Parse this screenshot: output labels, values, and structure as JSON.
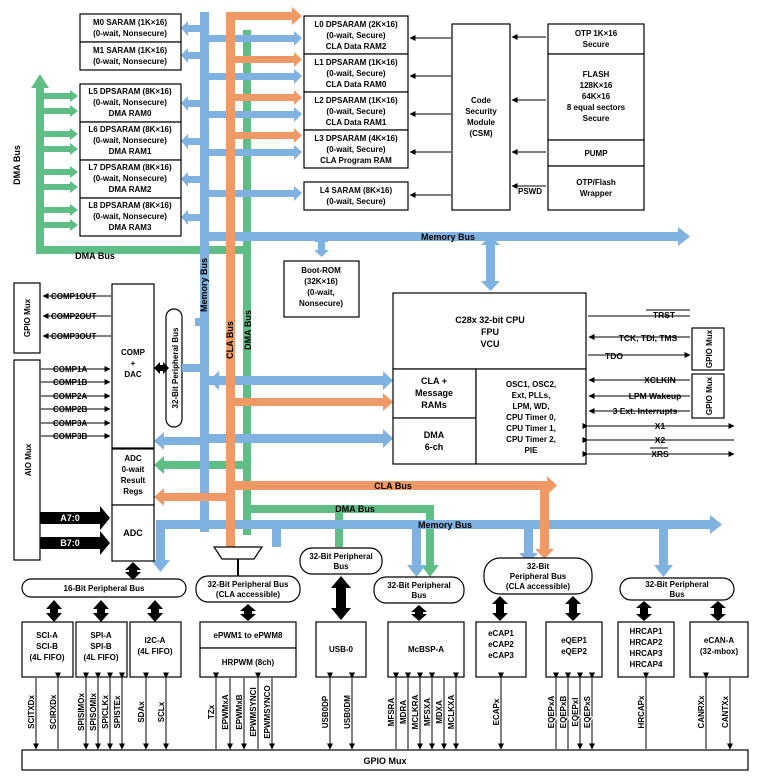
{
  "colors": {
    "memory_bus": "#7fb1e1",
    "cla_bus": "#ef9a66",
    "dma_bus": "#5fbe85",
    "border": "#000000"
  },
  "buses": {
    "dma_bus": "DMA Bus",
    "memory_bus": "Memory Bus",
    "cla_bus": "CLA Bus",
    "peripheral_32": "32-Bit Peripheral Bus"
  },
  "left_memories": [
    [
      "M0 SARAM (1K×16)",
      "(0-wait, Nonsecure)"
    ],
    [
      "M1 SARAM (1K×16)",
      "(0-wait, Nonsecure)"
    ],
    [
      "L5 DPSARAM (8K×16)",
      "(0-wait, Nonsecure)",
      "DMA RAM0"
    ],
    [
      "L6 DPSARAM (8K×16)",
      "(0-wait, Nonsecure)",
      "DMA RAM1"
    ],
    [
      "L7 DPSARAM (8K×16)",
      "(0-wait, Nonsecure)",
      "DMA RAM2"
    ],
    [
      "L8 DPSARAM (8K×16)",
      "(0-wait, Nonsecure)",
      "DMA RAM3"
    ]
  ],
  "right_memories": [
    [
      "L0 DPSARAM (2K×16)",
      "(0-wait, Secure)",
      "CLA Data RAM2"
    ],
    [
      "L1 DPSARAM (1K×16)",
      "(0-wait, Secure)",
      "CLA Data RAM0"
    ],
    [
      "L2 DPSARAM (1K×16)",
      "(0-wait, Secure)",
      "CLA Data RAM1"
    ],
    [
      "L3 DPSARAM (4K×16)",
      "(0-wait, Secure)",
      "CLA Program RAM"
    ],
    [
      "L4 SARAM (8K×16)",
      "(0-wait, Secure)"
    ]
  ],
  "csm": [
    "Code",
    "Security",
    "Module",
    "(CSM)"
  ],
  "otp": [
    "OTP 1K×16",
    "Secure"
  ],
  "flash": [
    "FLASH",
    "128K×16",
    "64K×16",
    "8 equal sectors",
    "Secure"
  ],
  "pump": "PUMP",
  "otp_flash_wrapper": [
    "OTP/Flash",
    "Wrapper"
  ],
  "pswd": "PSWD",
  "boot_rom": [
    "Boot-ROM",
    "(32K×16)",
    "(0-wait,",
    "Nonsecure)"
  ],
  "cpu": [
    "C28x 32-bit CPU",
    "FPU",
    "VCU"
  ],
  "cla_ram": [
    "CLA +",
    "Message",
    "RAMs"
  ],
  "dma": [
    "DMA",
    "6-ch"
  ],
  "osc": [
    "OSC1, OSC2,",
    "Ext, PLLs,",
    "LPM, WD,",
    "CPU Timer 0,",
    "CPU Timer 1,",
    "CPU Timer 2,",
    "PIE"
  ],
  "cpu_signals": [
    "TRST",
    "TCK, TDI, TMS",
    "TDO"
  ],
  "osc_signals": [
    "XCLKIN",
    "LPM Wakeup",
    "3 Ext. Interrupts",
    "X1",
    "X2",
    "XRS"
  ],
  "gpio_mux": "GPIO Mux",
  "aio_mux": "AIO Mux",
  "comp_outputs": [
    "COMP1OUT",
    "COMP2OUT",
    "COMP3OUT"
  ],
  "comp_inputs": [
    "COMP1A",
    "COMP1B",
    "COMP2A",
    "COMP2B",
    "COMP3A",
    "COMP3B"
  ],
  "comp_dac": [
    "COMP",
    "+",
    "DAC"
  ],
  "adc_result": [
    "ADC",
    "0-wait",
    "Result",
    "Regs"
  ],
  "adc": "ADC",
  "adc_inputs": [
    "A7:0",
    "B7:0"
  ],
  "periph_bus_16": "16-Bit Peripheral Bus",
  "periph_bus_32_cla": [
    "32-Bit Peripheral Bus",
    "(CLA accessible)"
  ],
  "periph_bus_32_usb": [
    "32-Bit Peripheral",
    "Bus"
  ],
  "periph_bus_32_mcbsp": [
    "32-Bit Peripheral",
    "Bus"
  ],
  "periph_bus_32_ecap": [
    "32-Bit",
    "Peripheral Bus",
    "(CLA accessible)"
  ],
  "periph_bus_32_hrcap": [
    "32-Bit Peripheral",
    "Bus"
  ],
  "periph_bus_32_vertical": "32-Bit Peripheral Bus",
  "peripherals": {
    "sci": [
      "SCI-A",
      "SCI-B",
      "(4L FIFO)"
    ],
    "spi": [
      "SPI-A",
      "SPI-B",
      "(4L FIFO)"
    ],
    "i2c": [
      "I2C-A",
      "(4L FIFO)"
    ],
    "epwm": "ePWM1 to ePWM8",
    "hrpwm": "HRPWM (8ch)",
    "usb": "USB-0",
    "mcbsp": "McBSP-A",
    "ecap": [
      "eCAP1",
      "eCAP2",
      "eCAP3"
    ],
    "eqep": [
      "eQEP1",
      "eQEP2"
    ],
    "hrcap": [
      "HRCAP1",
      "HRCAP2",
      "HRCAP3",
      "HRCAP4"
    ],
    "ecan": [
      "eCAN-A",
      "(32-mbox)"
    ]
  },
  "pins": {
    "sci": [
      "SCITXDx",
      "SCIRXDx"
    ],
    "spi": [
      "SPISIMOx",
      "SPISOMIx",
      "SPICLKx",
      "SPISTEx"
    ],
    "i2c": [
      "SDAx",
      "SCLx"
    ],
    "epwm": [
      "TZx",
      "EPWMxA",
      "EPWMxB",
      "EPWMSYNCI",
      "EPWMSYNCO"
    ],
    "usb": [
      "USB0DP",
      "USB0DM"
    ],
    "mcbsp": [
      "MFSRA",
      "MDRA",
      "MCLKRA",
      "MFSXA",
      "MDXA",
      "MCLKXA"
    ],
    "ecap": [
      "ECAPx"
    ],
    "eqep": [
      "EQEPxA",
      "EQEPxB",
      "EQEPxI",
      "EQEPxS"
    ],
    "hrcap": [
      "HRCAPx"
    ],
    "ecan": [
      "CANRXx",
      "CANTXx"
    ]
  }
}
